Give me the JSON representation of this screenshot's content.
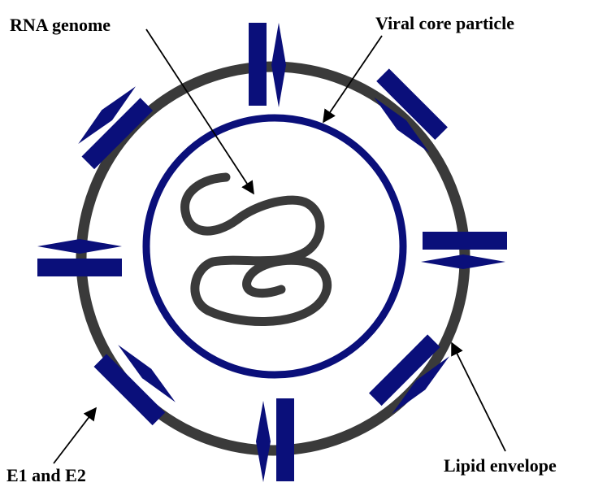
{
  "labels": {
    "rna_genome": "RNA genome",
    "viral_core_particle": "Viral core particle",
    "lipid_envelope": "Lipid envelope",
    "e1_e2": "E1 and E2"
  },
  "colors": {
    "envelope": "#3a3a3a",
    "core": "#0a0f7a",
    "glycoprotein": "#0a0f7a",
    "genome": "#3a3a3a",
    "arrow": "#000000",
    "text": "#000000"
  }
}
